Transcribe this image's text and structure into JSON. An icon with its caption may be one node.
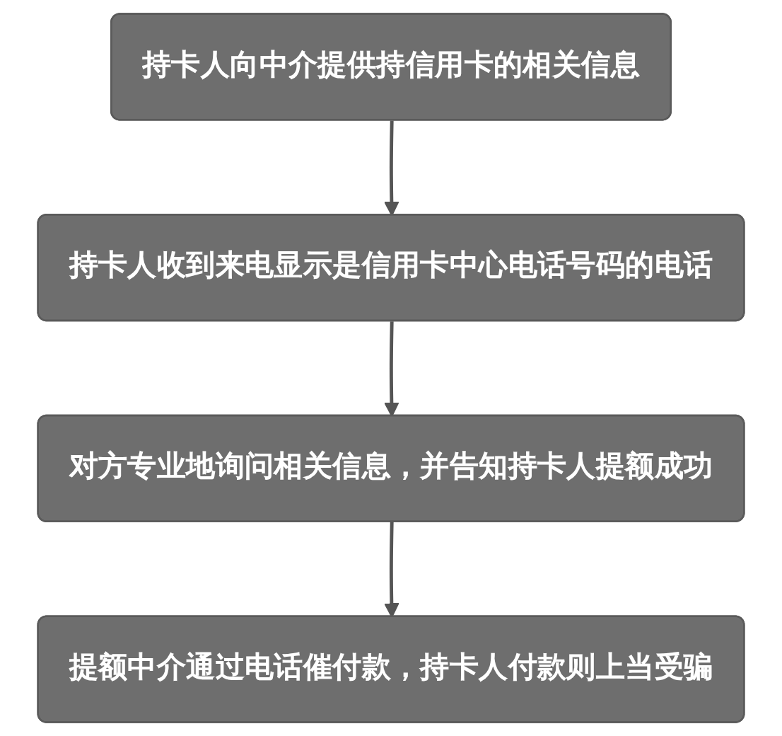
{
  "diagram": {
    "nodes": [
      {
        "text": [
          "持卡人向中介提供持信用卡的相关信息"
        ]
      },
      {
        "text": [
          "持卡人收到来电显示是信用卡中心电话号码的电话"
        ]
      },
      {
        "text": [
          "对方专业地询问相关信息，并告知持卡人提额成功"
        ]
      },
      {
        "text": [
          "提额中介通过电话催付款，持卡人付款则上当受骗"
        ]
      }
    ],
    "edges": [
      {
        "from": 0,
        "to": 1,
        "arrow": "to"
      },
      {
        "from": 1,
        "to": 2,
        "arrow": "to"
      },
      {
        "from": 2,
        "to": 3,
        "arrow": "to"
      }
    ]
  }
}
